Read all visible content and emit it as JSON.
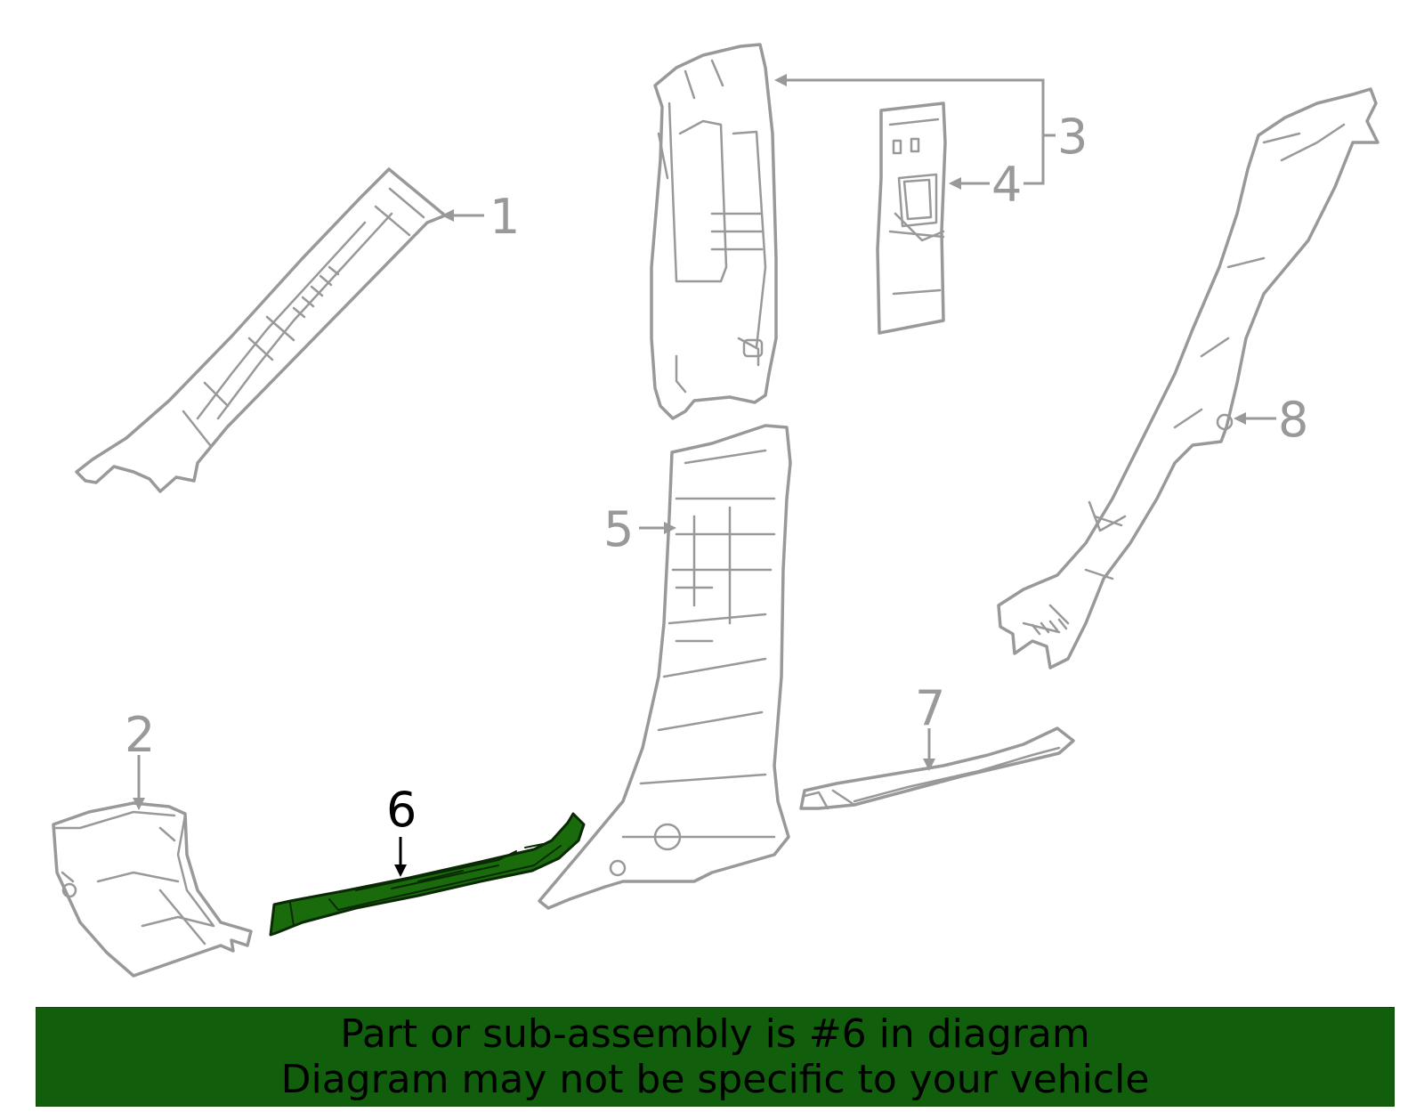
{
  "colors": {
    "highlight": "#1a6b0c",
    "banner": "#115e0c",
    "line": "#999999",
    "highlight_label": "#000000"
  },
  "diagram": {
    "callouts": [
      {
        "number": "1",
        "highlighted": false
      },
      {
        "number": "2",
        "highlighted": false
      },
      {
        "number": "3",
        "highlighted": false
      },
      {
        "number": "4",
        "highlighted": false
      },
      {
        "number": "5",
        "highlighted": false
      },
      {
        "number": "6",
        "highlighted": true
      },
      {
        "number": "7",
        "highlighted": false
      },
      {
        "number": "8",
        "highlighted": false
      }
    ]
  },
  "banner": {
    "line1": "Part or sub-assembly is #6 in diagram",
    "line2": "Diagram may not be specific to your vehicle"
  }
}
